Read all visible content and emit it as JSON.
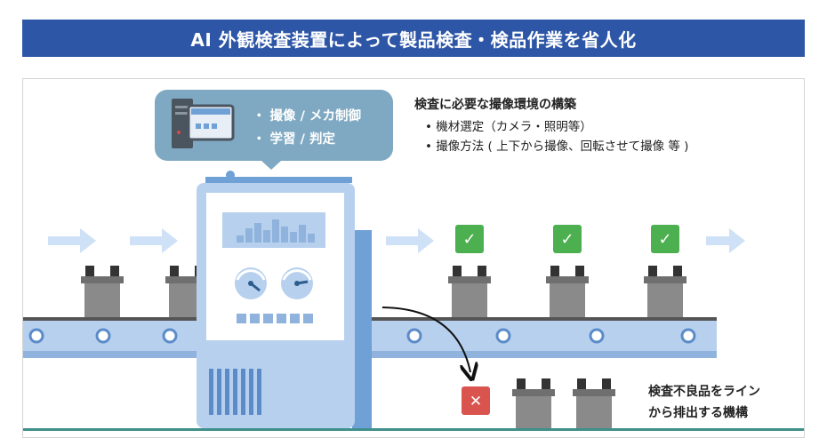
{
  "header": {
    "title": "AI 外観検査装置によって製品検査・検品作業を省人化"
  },
  "bubble": {
    "items": [
      "・ 撮像 / メカ制御",
      "・ 学習 / 判定"
    ]
  },
  "environment": {
    "title": "検査に必要な撮像環境の構築",
    "items": [
      "•  機材選定（カメラ・照明等）",
      "•  撮像方法 ( 上下から撮像、回転させて撮像 等 )"
    ]
  },
  "reject": {
    "caption_line1": "検査不良品をライン",
    "caption_line2": "から排出する機構"
  },
  "marks": {
    "pass": "✓",
    "fail": "✕"
  },
  "colors": {
    "header_bg": "#2d56a7",
    "bubble": "#7fa9c2",
    "machine": "#b7d0ee",
    "conveyor": "#b7d0ee",
    "product": "#8a8a8a",
    "pass": "#4caf50",
    "fail": "#d9534f",
    "flow_arrow": "#cfe1f6"
  }
}
